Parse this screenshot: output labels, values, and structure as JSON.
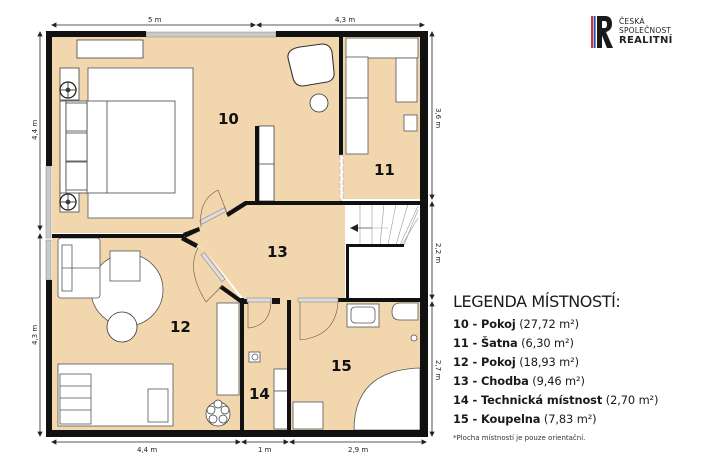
{
  "brand": {
    "line1": "ČESKÁ",
    "line2": "SPOLEČNOST",
    "line3": "REALITNÍ",
    "colors": {
      "mark": "#1a1a1a",
      "blue": "#2b4ea2",
      "red": "#d1343b"
    }
  },
  "colors": {
    "floor": "#f2d6ae",
    "wall": "#111111",
    "window": "#c8c8c8",
    "furniture": "#ffffff",
    "line": "#555555"
  },
  "dimensions": {
    "top_left": "5 m",
    "top_right": "4,3 m",
    "left_top": "4,4 m",
    "left_bottom": "4,3 m",
    "right_top": "3,6 m",
    "right_middle": "2,2 m",
    "right_bottom": "2,7 m",
    "bottom_left": "4,4 m",
    "bottom_middle": "1 m",
    "bottom_right": "2,9 m"
  },
  "rooms": [
    {
      "number": "10",
      "name": "Pokoj",
      "area": "27,72 m²"
    },
    {
      "number": "11",
      "name": "Šatna",
      "area": "6,30 m²"
    },
    {
      "number": "12",
      "name": "Pokoj",
      "area": "18,93 m²"
    },
    {
      "number": "13",
      "name": "Chodba",
      "area": "9,46 m²"
    },
    {
      "number": "14",
      "name": "Technická místnost",
      "area": "2,70 m²"
    },
    {
      "number": "15",
      "name": "Koupelna",
      "area": "7,83 m²"
    }
  ],
  "legend": {
    "title": "LEGENDA MÍSTNOSTÍ:",
    "rows": [
      {
        "num_name": "10 - Pokoj",
        "area": " (27,72 m²)"
      },
      {
        "num_name": "11 - Šatna",
        "area": " (6,30 m²)"
      },
      {
        "num_name": "12 - Pokoj",
        "area": " (18,93 m²)"
      },
      {
        "num_name": "13 - Chodba",
        "area": " (9,46 m²)"
      },
      {
        "num_name": "14 - Technická místnost",
        "area": " (2,70 m²)"
      },
      {
        "num_name": "15 - Koupelna",
        "area": " (7,83 m²)"
      }
    ],
    "note": "*Plocha místností je pouze orientační."
  }
}
